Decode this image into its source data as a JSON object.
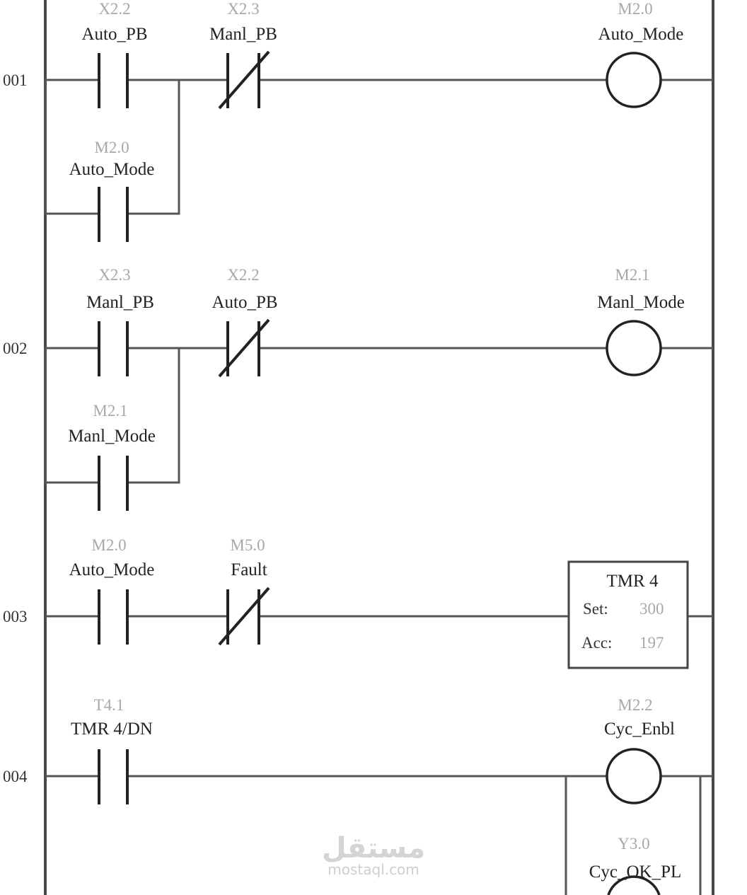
{
  "rungs": [
    {
      "number": "001",
      "contacts": [
        {
          "addr": "X2.2",
          "tag": "Auto_PB",
          "type": "NO"
        },
        {
          "addr": "X2.3",
          "tag": "Manl_PB",
          "type": "NC"
        }
      ],
      "branch": {
        "addr": "M2.0",
        "tag": "Auto_Mode",
        "type": "NO"
      },
      "output": {
        "kind": "coil",
        "addr": "M2.0",
        "tag": "Auto_Mode"
      }
    },
    {
      "number": "002",
      "contacts": [
        {
          "addr": "X2.3",
          "tag": "Manl_PB",
          "type": "NO"
        },
        {
          "addr": "X2.2",
          "tag": "Auto_PB",
          "type": "NC"
        }
      ],
      "branch": {
        "addr": "M2.1",
        "tag": "Manl_Mode",
        "type": "NO"
      },
      "output": {
        "kind": "coil",
        "addr": "M2.1",
        "tag": "Manl_Mode"
      }
    },
    {
      "number": "003",
      "contacts": [
        {
          "addr": "M2.0",
          "tag": "Auto_Mode",
          "type": "NO"
        },
        {
          "addr": "M5.0",
          "tag": "Fault",
          "type": "NC"
        }
      ],
      "output": {
        "kind": "timer",
        "title": "TMR 4",
        "set_label": "Set:",
        "set_value": "300",
        "acc_label": "Acc:",
        "acc_value": "197"
      }
    },
    {
      "number": "004",
      "contacts": [
        {
          "addr": "T4.1",
          "tag": "TMR 4/DN",
          "type": "NO"
        }
      ],
      "output": {
        "kind": "coil",
        "addr": "M2.2",
        "tag": "Cyc_Enbl"
      },
      "parallel_output": {
        "addr": "Y3.0",
        "tag": "Cyc_OK_PL"
      }
    }
  ],
  "watermark": {
    "arabic": "مستقل",
    "latin": "mostaql.com"
  }
}
